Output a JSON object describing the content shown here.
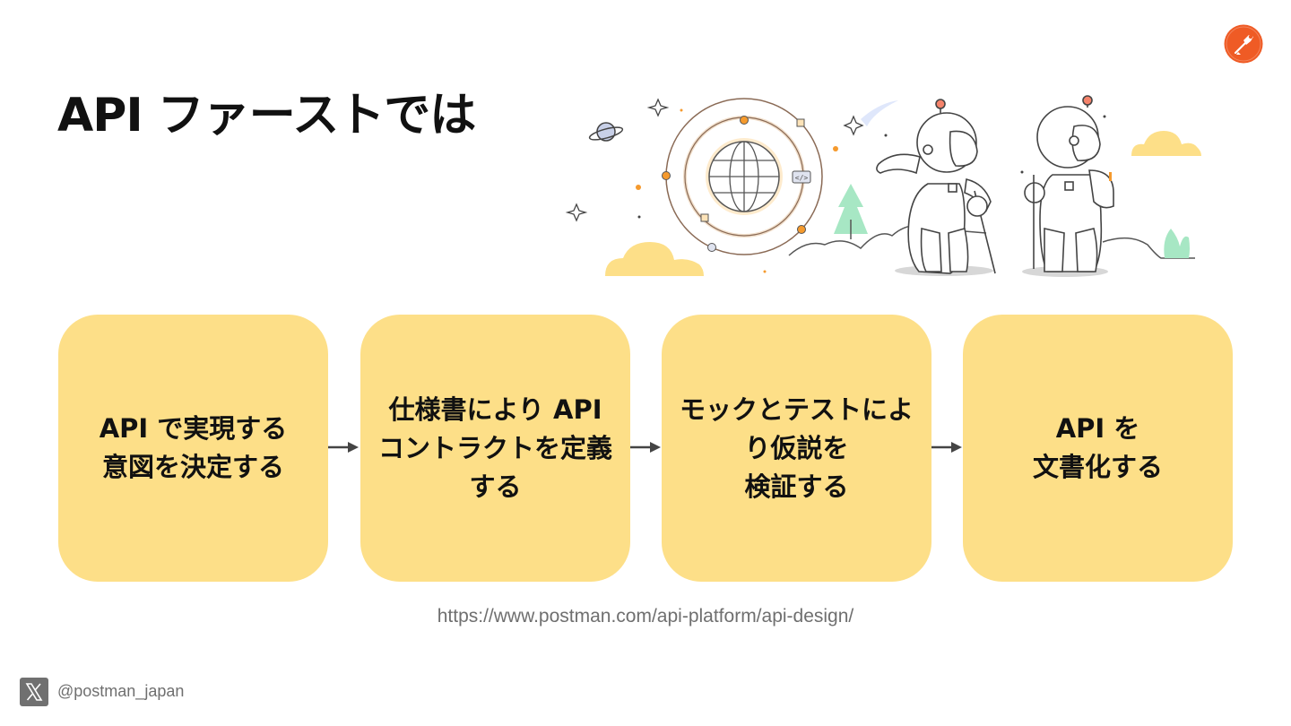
{
  "slide": {
    "title": "API ファーストでは",
    "url": "https://www.postman.com/api-platform/api-design/",
    "handle": "@postman_japan"
  },
  "illustration": {
    "code_badge": "</>"
  },
  "steps": [
    {
      "label": "API で実現する\n意図を決定する"
    },
    {
      "label": "仕様書により API\nコントラクトを定義\nする"
    },
    {
      "label": "モックとテストによ\nり仮説を\n検証する"
    },
    {
      "label": "API を\n文書化する"
    }
  ],
  "colors": {
    "card": "#fddf88",
    "brand": "#ef5b25",
    "text": "#111111",
    "muted": "#6f6f6f"
  },
  "icons": {
    "logo": "postman-logo-icon",
    "social": "x-logo-icon"
  }
}
